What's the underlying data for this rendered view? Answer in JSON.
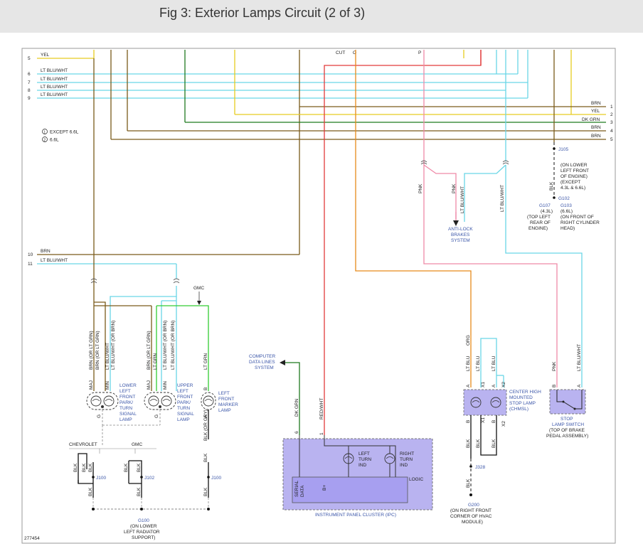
{
  "title": "Fig 3: Exterior Lamps Circuit (2 of 3)",
  "figure_id": "277454",
  "colors": {
    "brn": "#7a5a1a",
    "yel": "#e6cc20",
    "ltbluwht": "#6ad6e6",
    "dkgrn": "#1f7a1f",
    "red": "#e23a3a",
    "pnk": "#ef8aa8",
    "org": "#e68a1a",
    "ltgrn": "#33cc33",
    "blk": "#111111",
    "module": "#b9b3f0",
    "frame": "#9a9a9a"
  },
  "left_pins": [
    {
      "n": "5",
      "wire": "YEL"
    },
    {
      "n": "6",
      "wire": "LT BLU/WHT"
    },
    {
      "n": "7",
      "wire": "LT BLU/WHT"
    },
    {
      "n": "8",
      "wire": "LT BLU/WHT"
    },
    {
      "n": "9",
      "wire": "LT BLU/WHT"
    },
    {
      "n": "10",
      "wire": "BRN"
    },
    {
      "n": "11",
      "wire": "LT BLU/WHT"
    }
  ],
  "right_pins": [
    {
      "n": "1",
      "wire": "BRN"
    },
    {
      "n": "2",
      "wire": "YEL"
    },
    {
      "n": "3",
      "wire": "DK GRN"
    },
    {
      "n": "4",
      "wire": "BRN"
    },
    {
      "n": "5",
      "wire": "BRN"
    }
  ],
  "legend": {
    "item1": "EXCEPT 6.6L",
    "item2": "6.6L"
  },
  "top_labels": {
    "cut": "CUT",
    "o": "O",
    "p": "P"
  },
  "ground_right": {
    "j105": "J105",
    "j105_desc": [
      "(ON LOWER",
      "LEFT FRONT",
      "OF ENGINE)",
      "(EXCEPT",
      "4.3L & 6.6L)"
    ],
    "blk": "BLK",
    "g102": "G102",
    "g107": "G107",
    "g107_sub": "(4.3L)",
    "g107_desc": [
      "(TOP LEFT",
      "REAR OF",
      "ENGINE)"
    ],
    "g103": "G103",
    "g103_sub": "(6.6L)",
    "g103_desc": [
      "(ON FRONT OF",
      "RIGHT CYLINDER",
      "HEAD)"
    ]
  },
  "abs": {
    "pnk1": "PNK",
    "pnk2": "PNK",
    "ltbluwht1": "LT BLU/WHT",
    "ltbluwht2": "LT BLU/WHT",
    "label": [
      "ANTI-LOCK",
      "BRAKES",
      "SYSTEM"
    ]
  },
  "gmc_top": "GMC",
  "lamps": {
    "lower": {
      "wires": [
        "BRN (OR LT GRN)",
        "BRN (OR LT GRN)",
        "LT BLU/WHT",
        "LT BLU/WHT (OR BRN)"
      ],
      "pins": [
        "MAJ",
        "MIN",
        "G"
      ],
      "label": [
        "LOWER",
        "LEFT",
        "FRONT",
        "PARK/",
        "TURN",
        "SIGNAL",
        "LAMP"
      ]
    },
    "upper": {
      "wires": [
        "BRN (OR LT GRN)",
        "LT GRN",
        "LT BLU/WHT (OR BRN)",
        "LT BLU/WHT (OR BRN)"
      ],
      "pins": [
        "MAJ",
        "MIN",
        "G"
      ],
      "label": [
        "UPPER",
        "LEFT",
        "FRONT",
        "PARK/",
        "TURN",
        "SIGNAL",
        "LAMP"
      ]
    },
    "marker": {
      "wire_top": "LT GRN",
      "wire_bottom": "BLK (OR GRY)",
      "pins": [
        "B",
        "A"
      ],
      "label": [
        "LEFT",
        "FRONT",
        "MARKER",
        "LAMP"
      ]
    }
  },
  "ground_left": {
    "chevrolet": "CHEVROLET",
    "gmc": "GMC",
    "blk": "BLK",
    "j100": "J100",
    "j102": "J102",
    "g100": "G100",
    "g100_desc": [
      "(ON LOWER",
      "LEFT RADIATOR",
      "SUPPORT)"
    ]
  },
  "computer": {
    "label": [
      "COMPUTER",
      "DATA LINES",
      "SYSTEM"
    ],
    "wire": "DK GRN",
    "pin": "6"
  },
  "ipc": {
    "wire": "RED/WHT",
    "pin": "1",
    "left_turn": [
      "LEFT",
      "TURN",
      "IND"
    ],
    "right_turn": [
      "RIGHT",
      "TURN",
      "IND"
    ],
    "logic": "LOGIC",
    "serial": [
      "SERIAL",
      "DATA"
    ],
    "bplus": "B+",
    "label": "INSTRUMENT PANEL CLUSTER (IPC)"
  },
  "chmsl": {
    "wires": [
      "ORG",
      "LT BLU",
      "LT BLU",
      "LT BLU"
    ],
    "pins_top": [
      "A",
      "X1",
      "A",
      "X2"
    ],
    "pins_bottom": [
      "B",
      "X1",
      "B",
      "X2"
    ],
    "bottom_wires": [
      "BLK",
      "BLK",
      "BLK"
    ],
    "label": [
      "CENTER HIGH",
      "MOUNTED",
      "STOP LAMP",
      "(CHMSL)"
    ],
    "j328": "J328",
    "blk": "BLK",
    "g200": "G200",
    "g200_desc": [
      "(ON RIGHT FRONT",
      "CORNER OF HVAC",
      "MODULE)"
    ]
  },
  "stop_switch": {
    "wires": [
      "PNK",
      "LT BLU/WHT"
    ],
    "pins": [
      "B",
      "A"
    ],
    "label": [
      "STOP",
      "LAMP SWITCH",
      "(TOP OF BRAKE",
      "PEDAL ASSEMBLY)"
    ]
  }
}
